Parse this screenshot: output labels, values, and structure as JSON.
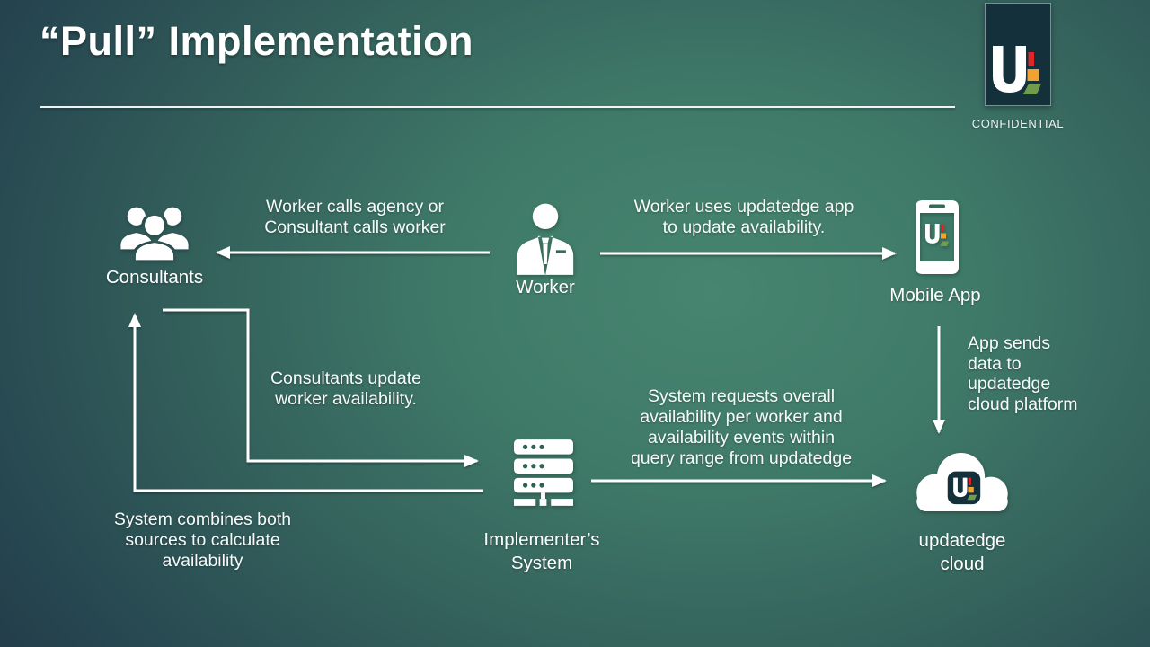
{
  "slide": {
    "title": "“Pull” Implementation",
    "watermark": "CONFIDENTIAL"
  },
  "logo": {
    "letter": "U",
    "colors": {
      "navy": "#14303a",
      "red": "#e1262b",
      "orange": "#f0a32f",
      "green": "#6f9d4a"
    }
  },
  "nodes": {
    "consultants": {
      "icon": "people-group-icon",
      "label": "Consultants"
    },
    "worker": {
      "icon": "person-tie-icon",
      "label": "Worker"
    },
    "mobile_app": {
      "icon": "smartphone-icon",
      "label": "Mobile App"
    },
    "implementers_system": {
      "icon": "server-icon",
      "label_lines": [
        "Implementer’s",
        "System"
      ]
    },
    "updatedge_cloud": {
      "icon": "cloud-icon",
      "label_lines": [
        "updatedge",
        "cloud"
      ]
    }
  },
  "edges": {
    "worker_to_consultants": {
      "from": "Worker",
      "to": "Consultants",
      "lines": [
        "Worker calls agency or",
        "Consultant calls worker"
      ]
    },
    "worker_to_mobile_app": {
      "from": "Worker",
      "to": "Mobile App",
      "lines": [
        "Worker uses updatedge app",
        "to update availability."
      ]
    },
    "app_to_cloud": {
      "from": "Mobile App",
      "to": "updatedge cloud",
      "lines": [
        "App sends",
        "data to",
        "updatedge",
        "cloud platform"
      ]
    },
    "consultants_to_system": {
      "from": "Consultants",
      "to": "Implementer’s System",
      "lines": [
        "Consultants update",
        "worker availability."
      ]
    },
    "system_to_cloud": {
      "from": "Implementer’s System",
      "to": "updatedge cloud",
      "lines": [
        "System requests overall",
        "availability per worker and",
        "availability events within",
        "query range from updatedge"
      ]
    },
    "system_to_consultants": {
      "from": "Implementer’s System",
      "to": "Consultants",
      "lines": [
        "System combines both",
        "sources to calculate",
        "availability"
      ]
    }
  }
}
